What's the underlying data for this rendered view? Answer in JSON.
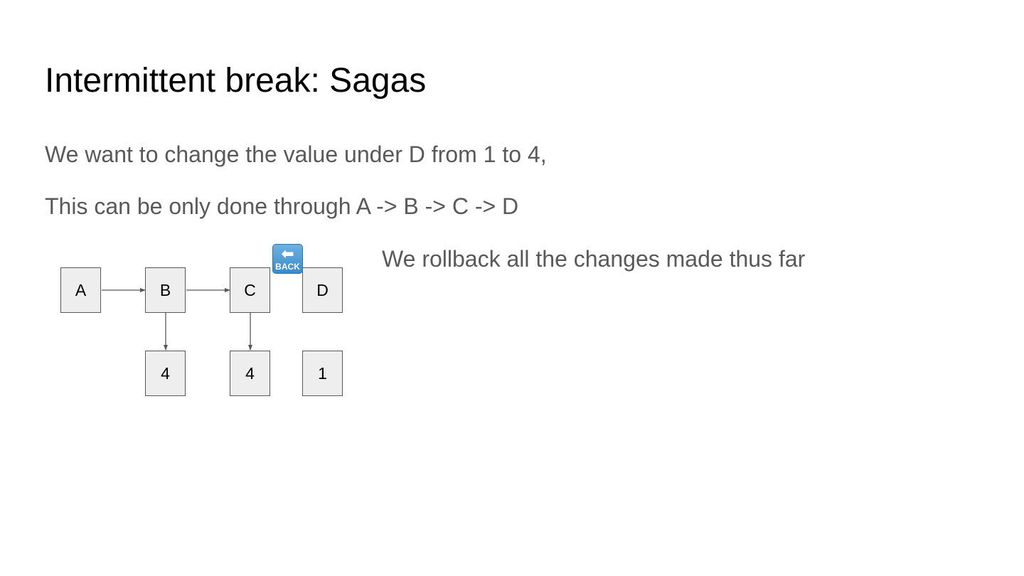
{
  "slide": {
    "title": "Intermittent break: Sagas",
    "line1": "We want to change the value under D from 1 to 4,",
    "line2": "This can be only done through A -> B -> C -> D",
    "note": "We rollback all the changes made thus far"
  },
  "diagram": {
    "nodes": {
      "a": "A",
      "b": "B",
      "c": "C",
      "d": "D",
      "b_value": "4",
      "c_value": "4",
      "d_value": "1"
    },
    "back_icon": {
      "icon": "back-arrow-icon",
      "arrow": "⬅",
      "label": "BACK"
    }
  }
}
